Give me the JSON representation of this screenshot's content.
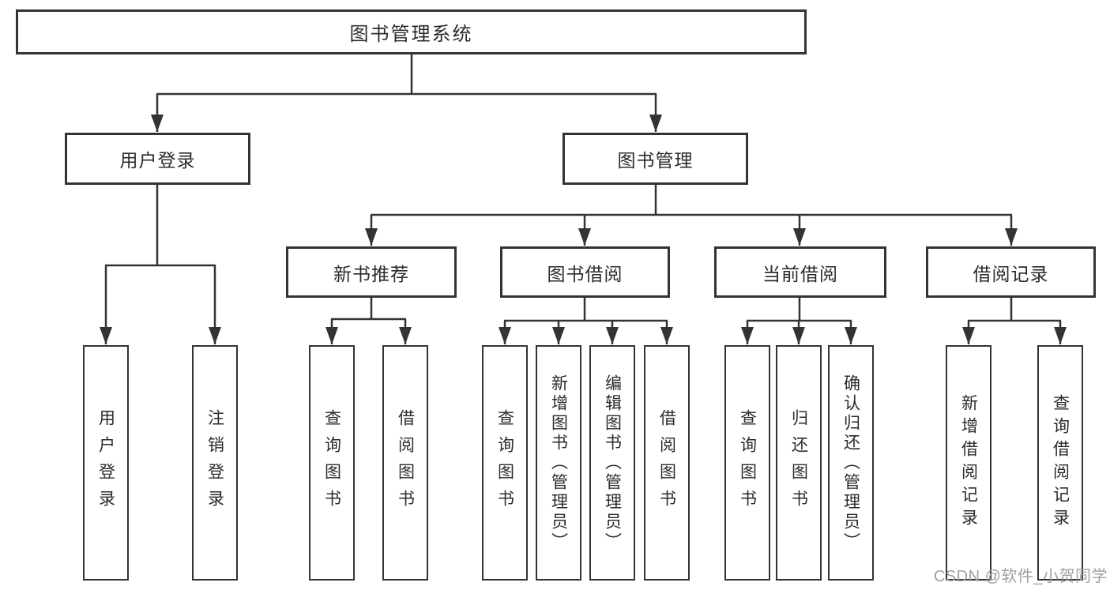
{
  "diagram": {
    "type": "tree",
    "root": "图书管理系统",
    "level1": {
      "login": "用户登录",
      "management": "图书管理"
    },
    "level2": {
      "new_books": "新书推荐",
      "book_borrowing": "图书借阅",
      "current_borrowing": "当前借阅",
      "borrowing_records": "借阅记录"
    },
    "leaves": {
      "login": [
        "用户登录",
        "注销登录"
      ],
      "new_books": [
        "查询图书",
        "借阅图书"
      ],
      "book_borrowing": [
        "查询图书",
        "新增图书（管理员）",
        "编辑图书（管理员）",
        "借阅图书"
      ],
      "current_borrowing": [
        "查询图书",
        "归还图书",
        "确认归还（管理员）"
      ],
      "borrowing_records": [
        "新增借阅记录",
        "查询借阅记录"
      ]
    }
  },
  "watermark": "CSDN @软件_小贺同学",
  "colors": {
    "line": "#333333",
    "box_border": "#333333",
    "text": "#2b2b2b",
    "watermark": "#9f9f9f",
    "background": "#ffffff"
  }
}
